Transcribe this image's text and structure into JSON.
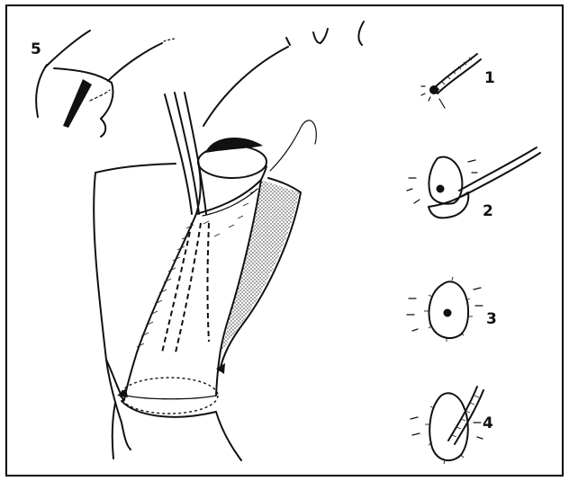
{
  "figure": {
    "labels": {
      "step1": "1",
      "step2": "2",
      "step3": "3",
      "step4": "4",
      "step5": "5"
    },
    "colors": {
      "ink": "#111111",
      "paper": "#ffffff",
      "frame": "#000000"
    }
  }
}
